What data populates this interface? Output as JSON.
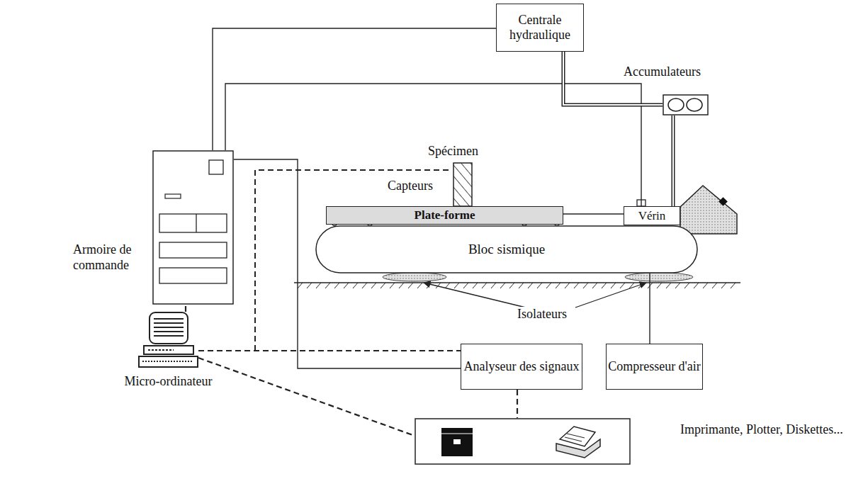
{
  "diagram": {
    "nodes": [
      {
        "text": [
          "Centrale hydraulique"
        ]
      },
      {
        "text": [
          "Armoire de commande"
        ]
      },
      {
        "text": [
          "Plate-forme"
        ]
      },
      {
        "text": [
          "Vérin"
        ]
      },
      {
        "text": [
          "Bloc sismique"
        ]
      },
      {
        "text": [
          "Analyseur des signaux"
        ]
      },
      {
        "text": [
          "Compresseur d'air"
        ]
      },
      {
        "text": [
          "Micro-ordinateur"
        ]
      },
      {
        "text": [
          "Imprimante, Plotter, Diskettes..."
        ]
      },
      {
        "text": [
          "Accumulateurs"
        ]
      }
    ],
    "edges": [
      {
        "from": 0,
        "to": 1,
        "arrow": "none"
      },
      {
        "from": 1,
        "to": 3,
        "arrow": "none"
      },
      {
        "from": 0,
        "to": 9,
        "arrow": "none"
      },
      {
        "from": 9,
        "to": 3,
        "arrow": "none"
      },
      {
        "from": 2,
        "to": 3,
        "arrow": "none"
      },
      {
        "from": 1,
        "to": 5,
        "arrow": "none"
      },
      {
        "from": 7,
        "to": 1,
        "arrow": "none"
      },
      {
        "from": 7,
        "to": 5,
        "arrow": "none"
      },
      {
        "from": 7,
        "to": 8,
        "arrow": "none"
      },
      {
        "from": 5,
        "to": 8,
        "arrow": "none"
      },
      {
        "from": 6,
        "to": 4,
        "arrow": "none"
      }
    ],
    "labels": [
      "Spécimen",
      "Capteurs",
      "Isolateurs"
    ]
  }
}
